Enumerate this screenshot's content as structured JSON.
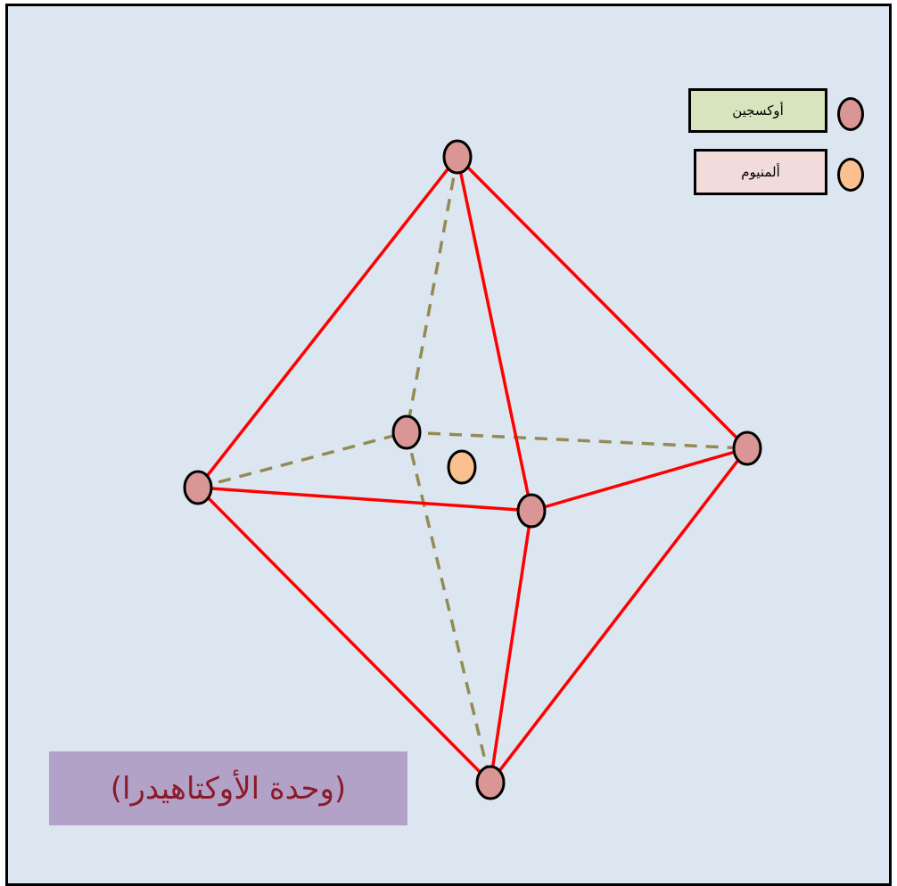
{
  "caption": {
    "text": "(وحدة الأوكتاهيدرا)",
    "background": "#b3a2c7",
    "color": "#8b1a2a"
  },
  "legend": {
    "oxygen": {
      "label": "أوكسجين",
      "box_color": "#d7e4bd",
      "dot_color": "#d99694"
    },
    "aluminum": {
      "label": "ألمنيوم",
      "box_color": "#f2dcdb",
      "dot_color": "#fac090"
    }
  },
  "colors": {
    "background": "#dce6f1",
    "front_edge": "#ff0000",
    "hidden_edge": "#948a54",
    "oxygen_atom": "#d99694",
    "aluminum_atom": "#fac090"
  }
}
